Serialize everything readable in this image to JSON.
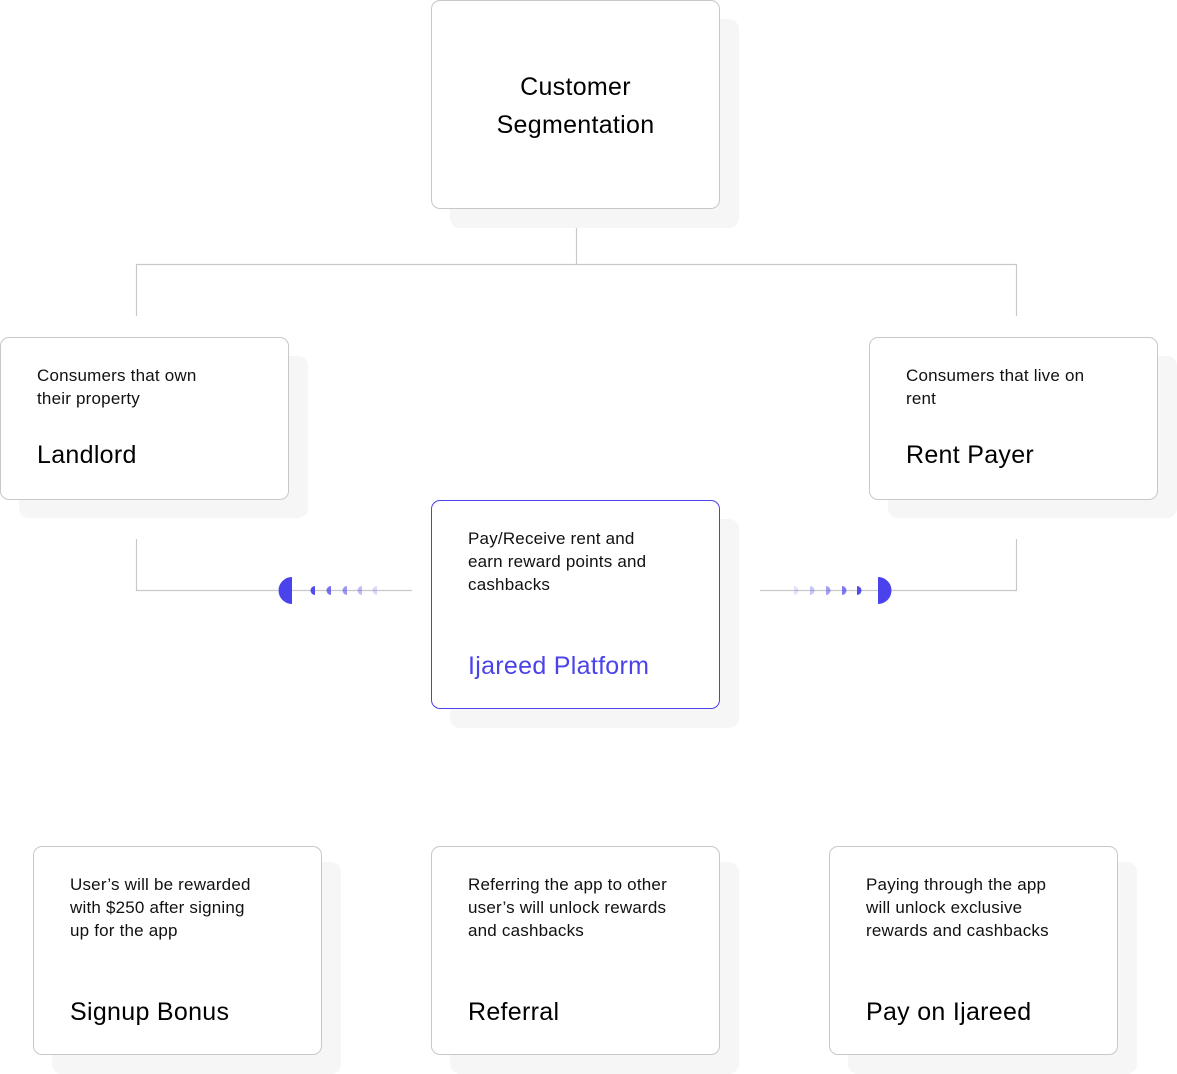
{
  "diagram": {
    "root": {
      "title": "Customer\nSegmentation"
    },
    "landlord": {
      "description": "Consumers that own\ntheir property",
      "title": "Landlord"
    },
    "rent_payer": {
      "description": "Consumers that live on\nrent",
      "title": "Rent Payer"
    },
    "platform": {
      "description": "Pay/Receive rent and\nearn reward points and\ncashbacks",
      "title": "Ijareed Platform"
    },
    "signup_bonus": {
      "description": "User’s will be rewarded\nwith $250 after signing\nup for the app",
      "title": "Signup Bonus"
    },
    "referral": {
      "description": "Referring the app to other\nuser’s will unlock rewards\nand cashbacks",
      "title": "Referral"
    },
    "pay_on_ijareed": {
      "description": "Paying through the app\nwill unlock exclusive\nrewards and cashbacks",
      "title": "Pay on Ijareed"
    }
  },
  "colors": {
    "accent": "#4a43ec",
    "border": "#c8c8cc",
    "shadow": "#f6f6f7",
    "connector": "#c9c9cc"
  }
}
